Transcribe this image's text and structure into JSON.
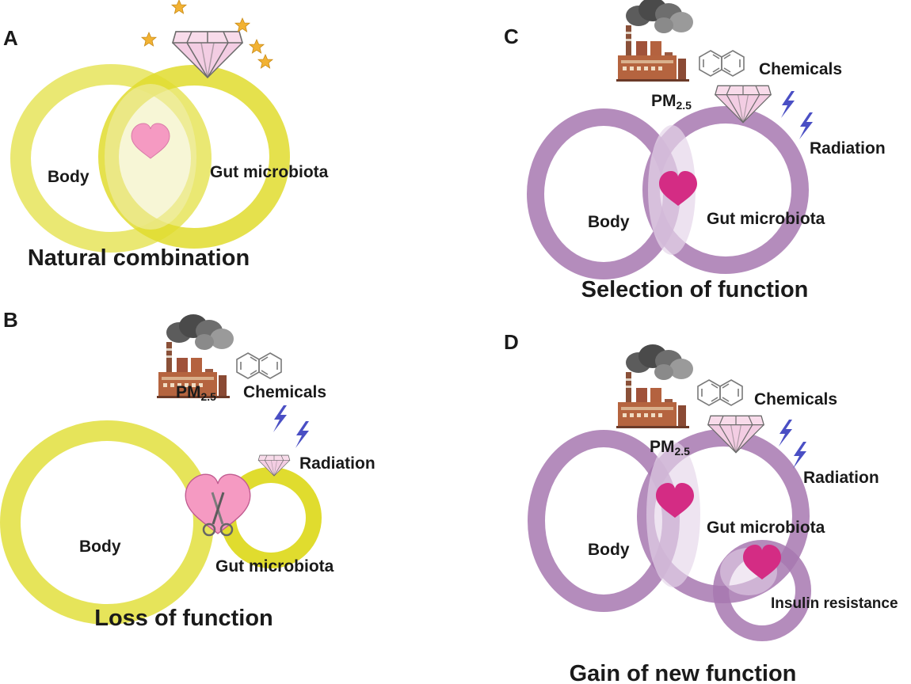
{
  "panels": {
    "a": {
      "letter": "A",
      "body_label": "Body",
      "microbiota_label": "Gut microbiota",
      "caption": "Natural combination"
    },
    "b": {
      "letter": "B",
      "pm_label": "PM",
      "pm_sub": "2.5",
      "chemicals_label": "Chemicals",
      "radiation_label": "Radiation",
      "body_label": "Body",
      "microbiota_label": "Gut microbiota",
      "caption": "Loss of function"
    },
    "c": {
      "letter": "C",
      "pm_label": "PM",
      "pm_sub": "2.5",
      "chemicals_label": "Chemicals",
      "radiation_label": "Radiation",
      "body_label": "Body",
      "microbiota_label": "Gut microbiota",
      "caption": "Selection of function"
    },
    "d": {
      "letter": "D",
      "pm_label": "PM",
      "pm_sub": "2.5",
      "chemicals_label": "Chemicals",
      "radiation_label": "Radiation",
      "body_label": "Body",
      "microbiota_label": "Gut microbiota",
      "insulin_label": "Insulin resistance",
      "caption": "Gain of new function"
    }
  },
  "colors": {
    "yellow_ring": "#e6e45a",
    "yellow_ring_dark": "#e0dc2e",
    "purple_ring": "#a778b0",
    "pink_heart": "#f59ac2",
    "magenta_heart": "#d42c84",
    "diamond": "#f3cde3",
    "lightning": "#4a4fc4",
    "star": "#f2b233"
  },
  "icons": [
    "factory-icon",
    "naphthalene-icon",
    "lightning-icon",
    "diamond-icon",
    "heart-icon",
    "scissors-icon",
    "star-icon"
  ]
}
